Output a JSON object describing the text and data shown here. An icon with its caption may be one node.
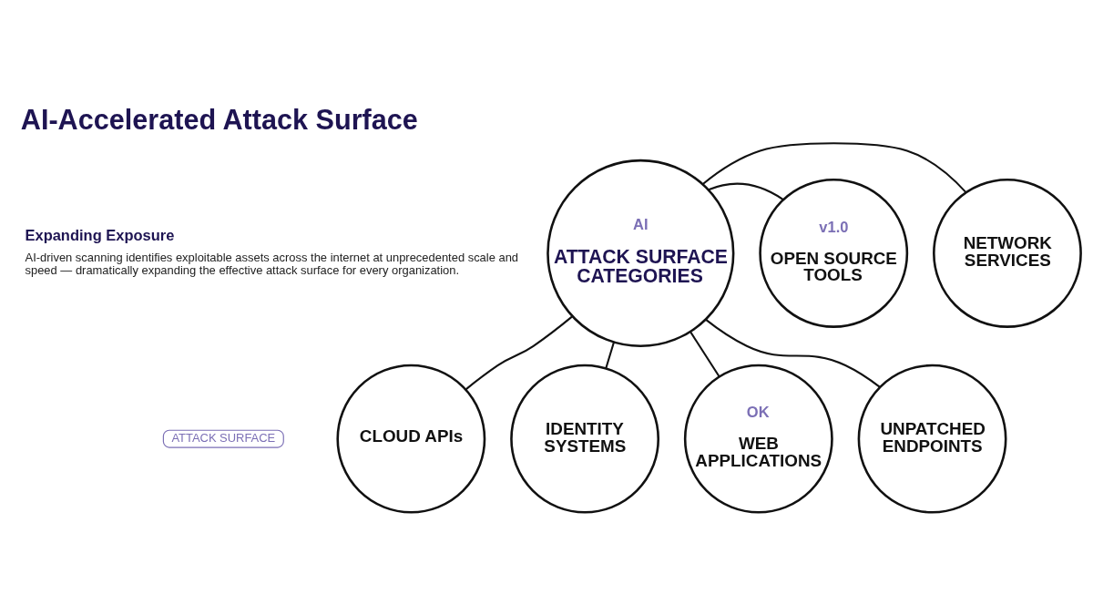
{
  "diagram": {
    "title": "AI-Accelerated Attack Surface",
    "nodes": [
      {
        "text": [
          "AI",
          "ATTACK SURFACE CATEGORIES"
        ]
      },
      {
        "text": [
          "OK",
          "WEB APPLICATIONS"
        ]
      },
      {
        "text": [
          "UNPATCHED ENDPOINTS"
        ]
      },
      {
        "text": [
          "v1.0",
          "OPEN SOURCE TOOLS"
        ]
      },
      {
        "text": [
          "NETWORK SERVICES"
        ]
      },
      {
        "text": [
          "CLOUD APIs"
        ]
      },
      {
        "text": [
          "IDENTITY SYSTEMS"
        ]
      }
    ],
    "edges": [
      {
        "from": 0,
        "to": 1,
        "arrow": "none"
      },
      {
        "from": 0,
        "to": 2,
        "arrow": "none"
      },
      {
        "from": 0,
        "to": 3,
        "arrow": "none"
      },
      {
        "from": 0,
        "to": 4,
        "arrow": "none"
      },
      {
        "from": 0,
        "to": 5,
        "arrow": "none"
      },
      {
        "from": 0,
        "to": 6,
        "arrow": "none"
      }
    ],
    "labels": [
      "ATTACK SURFACE",
      "Expanding Exposure",
      "AI-driven scanning identifies exploitable assets across the internet at unprecedented scale and speed — dramatically expanding the effective attack surface for every organization."
    ]
  }
}
